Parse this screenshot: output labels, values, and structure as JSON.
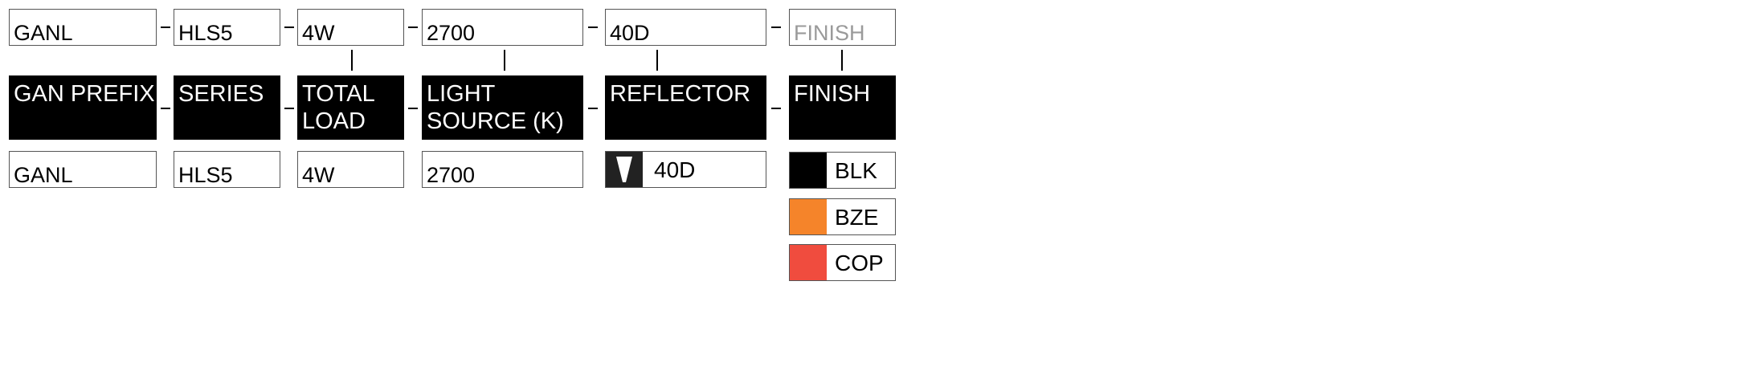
{
  "selection": {
    "gan_prefix": "GANL",
    "series": "HLS5",
    "total_load": "4W",
    "light_source": "2700",
    "reflector": "40D",
    "finish_placeholder": "FINISH"
  },
  "headers": {
    "gan_prefix": "GAN PREFIX",
    "series": "SERIES",
    "total_load": "TOTAL LOAD",
    "light_source": "LIGHT SOURCE (K)",
    "reflector": "REFLECTOR",
    "finish": "FINISH"
  },
  "options": {
    "gan_prefix": "GANL",
    "series": "HLS5",
    "total_load": "4W",
    "light_source": "2700",
    "reflector": {
      "label": "40D",
      "icon": "reflector-beam-icon"
    },
    "finish": [
      {
        "label": "BLK",
        "color": "#000000"
      },
      {
        "label": "BZE",
        "color": "#f5842a"
      },
      {
        "label": "COP",
        "color": "#f04c3e"
      }
    ]
  }
}
